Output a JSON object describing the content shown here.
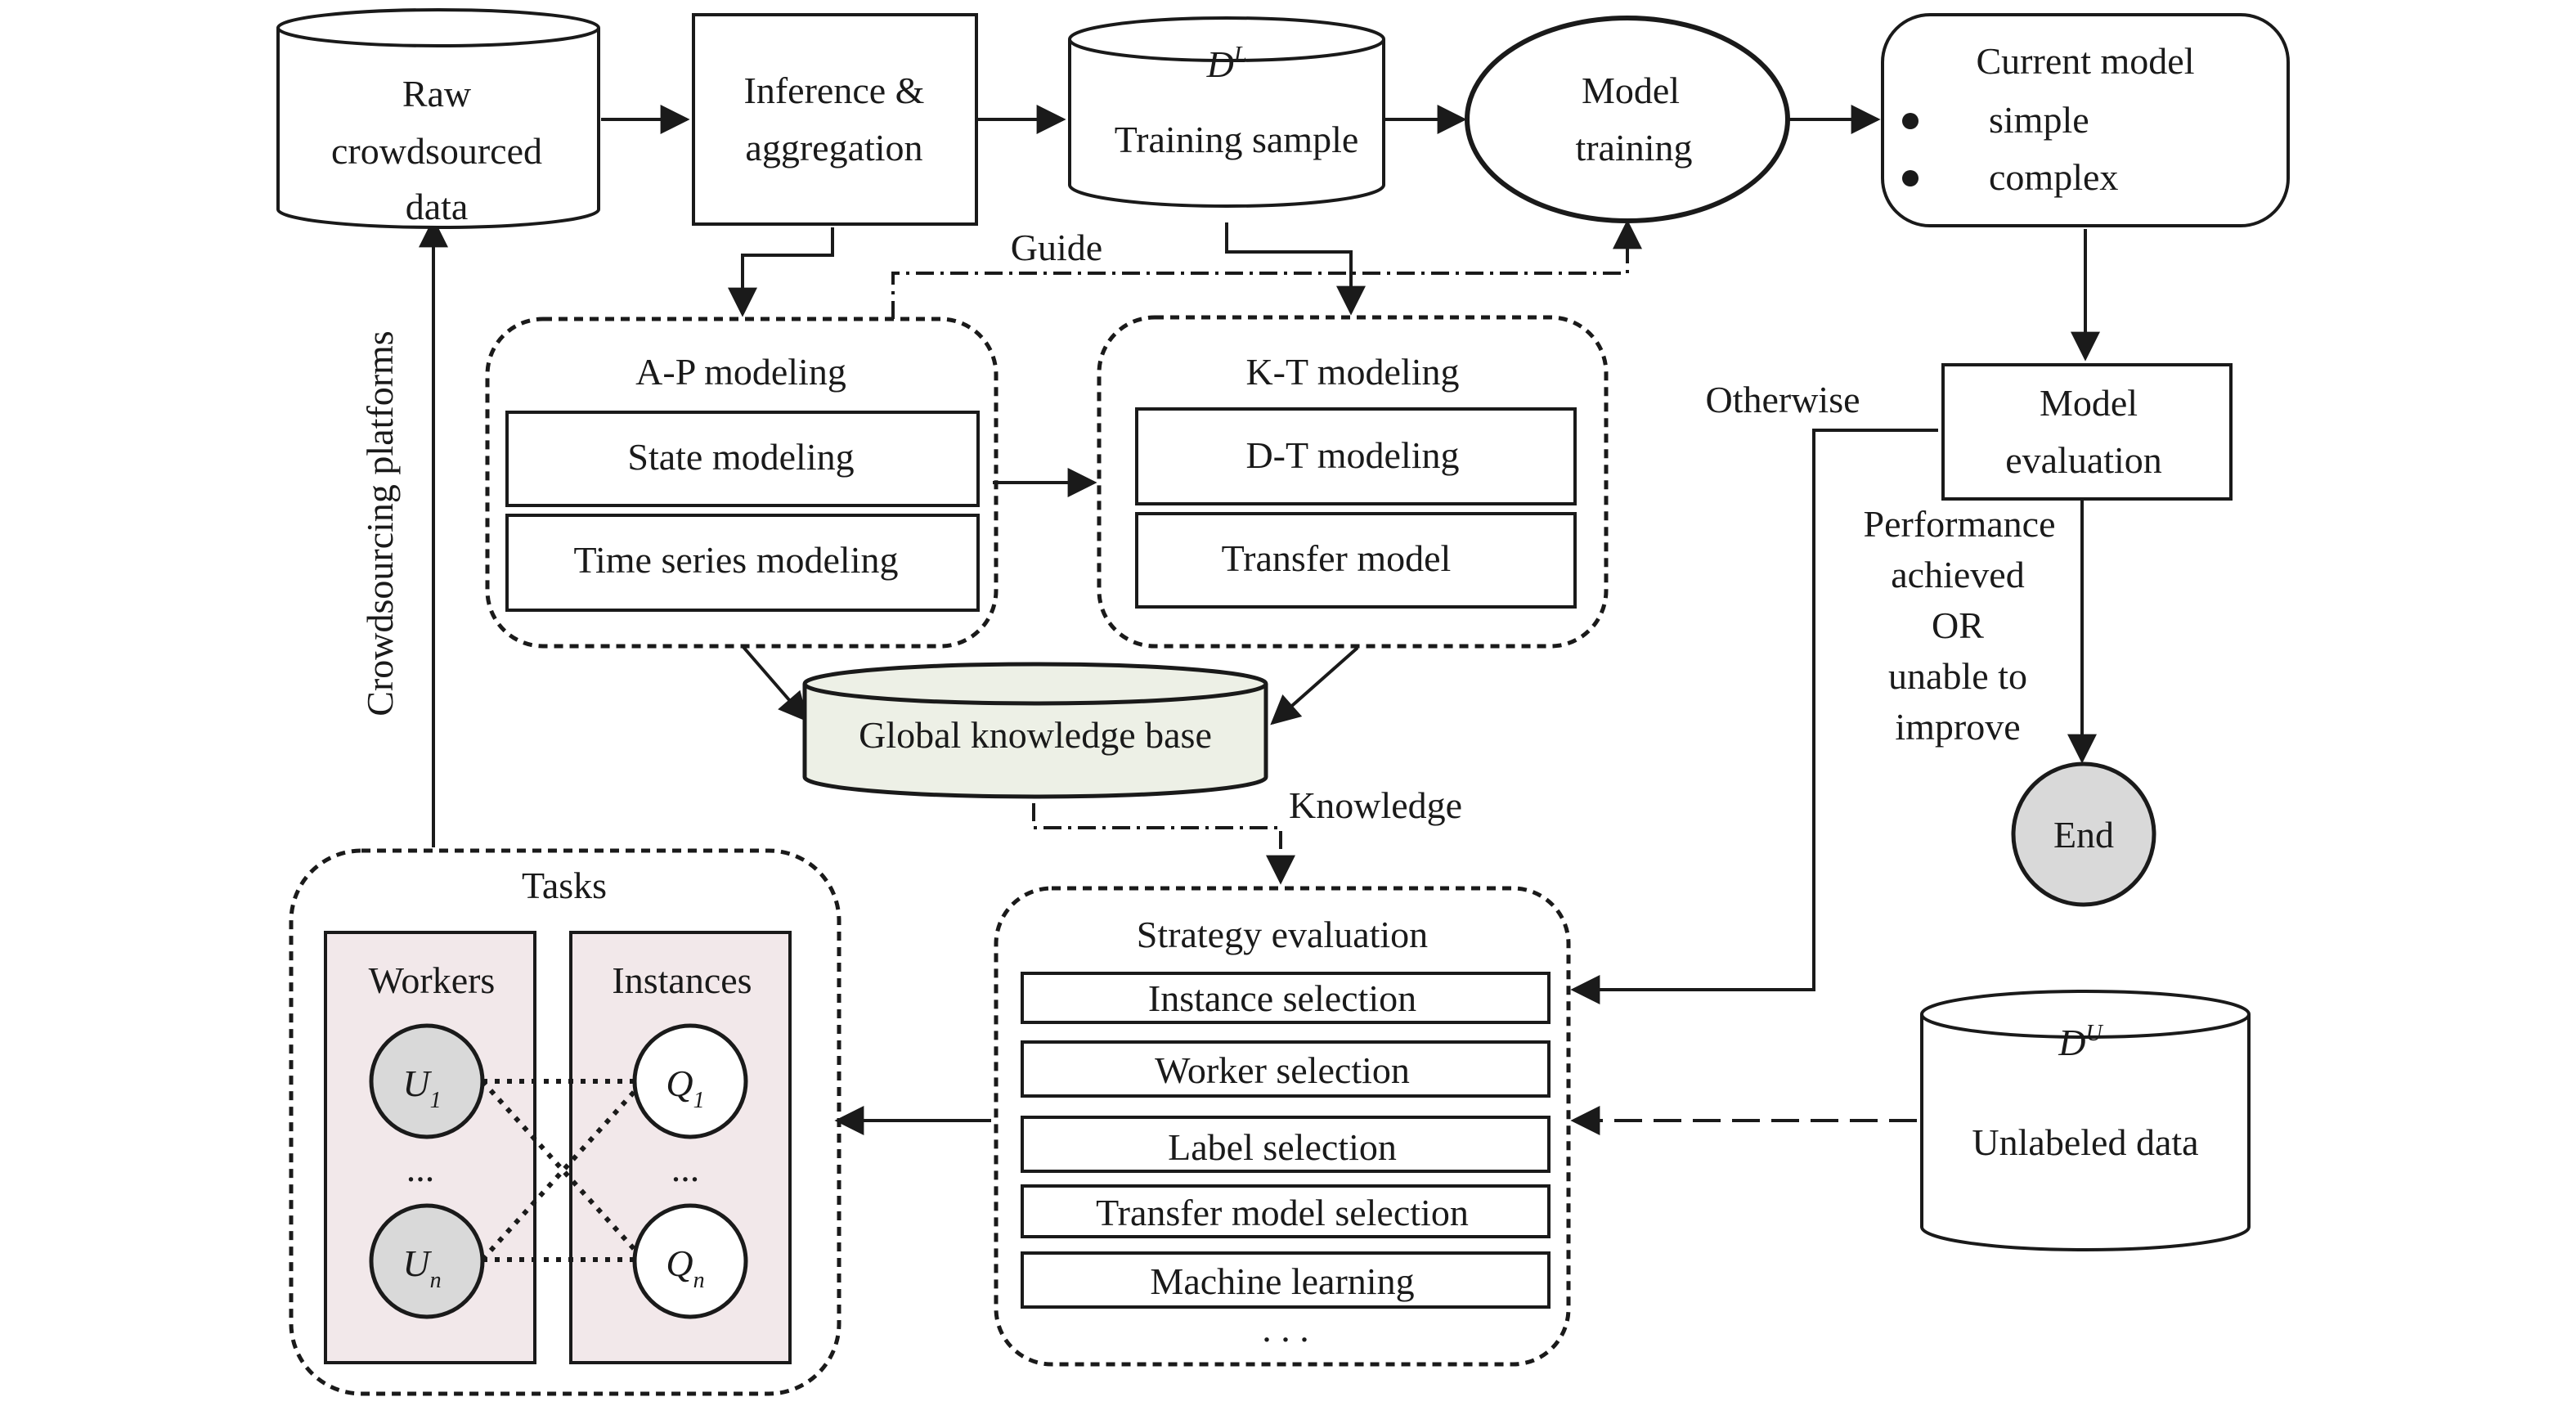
{
  "nodes": {
    "raw_data": [
      "Raw",
      "crowdsourced",
      "data"
    ],
    "inference": [
      "Inference &",
      "aggregation"
    ],
    "training_sample": {
      "symbol": "D",
      "sup": "L",
      "label": "Training sample"
    },
    "model_training": [
      "Model",
      "training"
    ],
    "current_model": {
      "title": "Current model",
      "items": [
        "simple",
        "complex"
      ]
    },
    "model_evaluation": [
      "Model",
      "evaluation"
    ],
    "end": "End",
    "ap_modeling": {
      "title": "A-P modeling",
      "items": [
        "State modeling",
        "Time series modeling"
      ]
    },
    "kt_modeling": {
      "title": "K-T modeling",
      "items": [
        "D-T modeling",
        "Transfer model"
      ]
    },
    "global_kb": "Global knowledge base",
    "strategy": {
      "title": "Strategy evaluation",
      "items": [
        "Instance selection",
        "Worker selection",
        "Label selection",
        "Transfer model selection",
        "Machine learning"
      ],
      "ellipsis": ". . ."
    },
    "unlabeled": {
      "symbol": "D",
      "sup": "U",
      "label": "Unlabeled data"
    },
    "tasks": {
      "title": "Tasks",
      "workers": {
        "title": "Workers",
        "first": "U",
        "first_sub": "1",
        "last": "U",
        "last_sub": "n",
        "ellipsis": "..."
      },
      "instances": {
        "title": "Instances",
        "first": "Q",
        "first_sub": "1",
        "last": "Q",
        "last_sub": "n",
        "ellipsis": "..."
      }
    }
  },
  "edge_labels": {
    "guide": "Guide",
    "otherwise": "Otherwise",
    "performance": [
      "Performance",
      "achieved",
      "OR",
      "unable to",
      "improve"
    ],
    "knowledge": "Knowledge",
    "crowdsourcing": "Crowdsourcing platforms"
  },
  "colors": {
    "ink": "#1a1a1a",
    "knowledge_base_fill": "#edf0e6",
    "task_panel_fill": "#f2e8ea",
    "worker_node_fill": "#d9d9d9",
    "end_fill": "#d9d9d9"
  }
}
